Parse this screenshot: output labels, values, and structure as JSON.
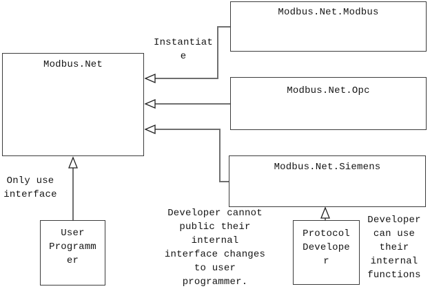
{
  "diagram": {
    "boxes": [
      {
        "id": "modbus-net",
        "label": "Modbus.Net"
      },
      {
        "id": "modbus-net-modbus",
        "label": "Modbus.Net.Modbus"
      },
      {
        "id": "modbus-net-opc",
        "label": "Modbus.Net.Opc"
      },
      {
        "id": "modbus-net-siemens",
        "label": "Modbus.Net.Siemens"
      },
      {
        "id": "user-programmer",
        "label": "User Programmer",
        "lines": [
          "User",
          "Programm",
          "er"
        ]
      },
      {
        "id": "protocol-developer",
        "label": "Protocol Developer",
        "lines": [
          "Protocol",
          "Develope",
          "r"
        ]
      }
    ],
    "annotations": [
      {
        "id": "instantiate",
        "lines": [
          "Instantiat",
          "e"
        ]
      },
      {
        "id": "only-use-interface",
        "lines": [
          "Only use",
          "interface"
        ]
      },
      {
        "id": "developer-cannot",
        "lines": [
          "Developer cannot",
          "public their",
          "internal",
          "interface changes",
          "to user",
          "programmer."
        ]
      },
      {
        "id": "developer-can-use",
        "lines": [
          "Developer",
          "can use",
          "their",
          "internal",
          "functions"
        ]
      }
    ],
    "colors": {
      "background": "#ffffff",
      "box_border": "#3a3a3a",
      "connector_line": "#6e6e6e",
      "arrowhead_stroke": "#1f1f1f",
      "text": "#141414"
    }
  }
}
